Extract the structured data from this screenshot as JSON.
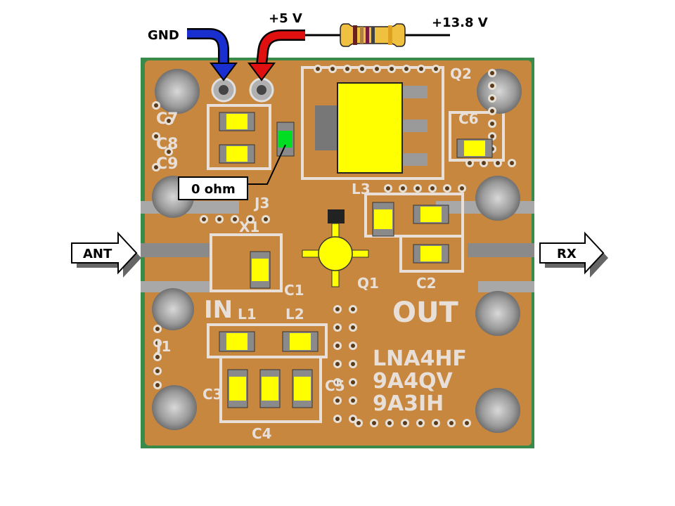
{
  "labels": {
    "gnd": "GND",
    "plus5v": "+5 V",
    "plus13v8": "+13.8 V",
    "zero_ohm": "0 ohm",
    "ant": "ANT",
    "rx": "RX"
  },
  "silkscreen": {
    "in": "IN",
    "out": "OUT",
    "model": "LNA4HF",
    "call1": "9A4QV",
    "call2": "9A3IH",
    "refs": [
      "C7",
      "C8",
      "C9",
      "J3",
      "X1",
      "C1",
      "L1",
      "L2",
      "C3",
      "C4",
      "C5",
      "Q1",
      "Q2",
      "C2",
      "C6",
      "L3",
      "J1"
    ]
  },
  "colors": {
    "board": "#c8873f",
    "board_dark": "#b07030",
    "pad_metal": "#c0c0c0",
    "component_yellow": "#ffff00",
    "jumper_green": "#00dd22",
    "gnd_arrow": "#1a2fd0",
    "v5_arrow": "#e01010"
  }
}
